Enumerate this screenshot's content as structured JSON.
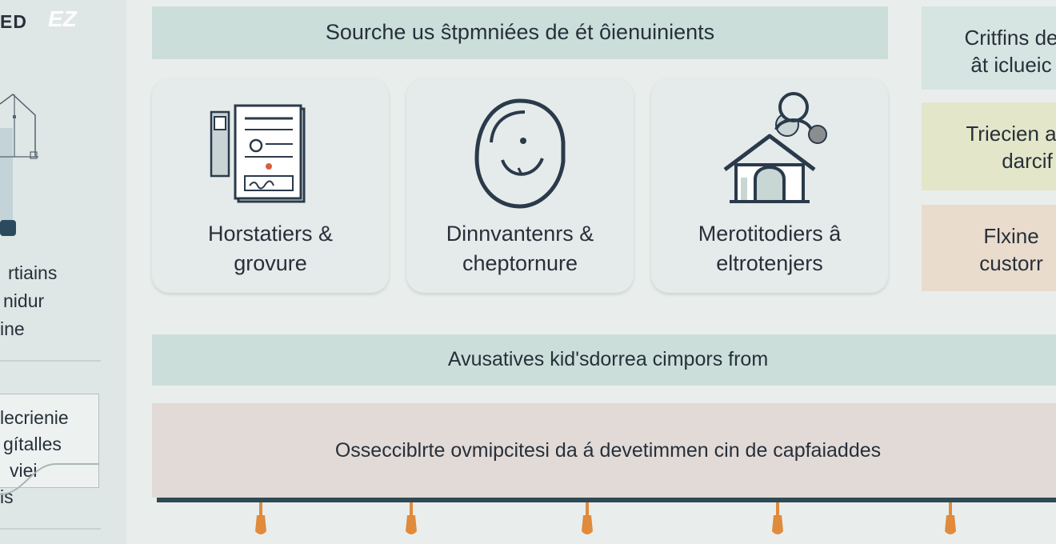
{
  "left_panel": {
    "brand": "ED",
    "brand_mark": "EZ",
    "text_a": [
      "rtiains",
      "nidur",
      "ine"
    ],
    "text_b": [
      "lecrienie",
      "gítalles",
      "viei",
      "is"
    ]
  },
  "top_banner": {
    "title": "Sourche us ŝtpmniées de ét ôienuinients"
  },
  "cards": [
    {
      "icon": "document-form-icon",
      "label_lines": [
        "Horstatiers &",
        "grovure"
      ]
    },
    {
      "icon": "smiley-shield-icon",
      "label_lines": [
        "Dinnvantenrs &",
        "cheptornure"
      ]
    },
    {
      "icon": "house-people-icon",
      "label_lines": [
        "Merotitodiers â",
        "eltrotenjers"
      ]
    }
  ],
  "right_column": [
    {
      "lines": [
        "Critfins de",
        "ât iclueic"
      ],
      "color": "#d6e4e2"
    },
    {
      "lines": [
        "Triecien a",
        "darcif"
      ],
      "color": "#e3e6c9"
    },
    {
      "lines": [
        "Flxine",
        "custorr"
      ],
      "color": "#e9dccd"
    }
  ],
  "mid_banner": {
    "text": "Avusatives kid'sdorrea cimpors from"
  },
  "bottom_panel": {
    "text": "Ossecciblrte ovmipcitesi da á devetimmen cin de capfaiaddes"
  },
  "colors": {
    "banner": "#cbdeda",
    "bottom_bar": "#2d4a55",
    "pin": "#e08a3c",
    "icon_stroke": "#2a3a4a"
  }
}
